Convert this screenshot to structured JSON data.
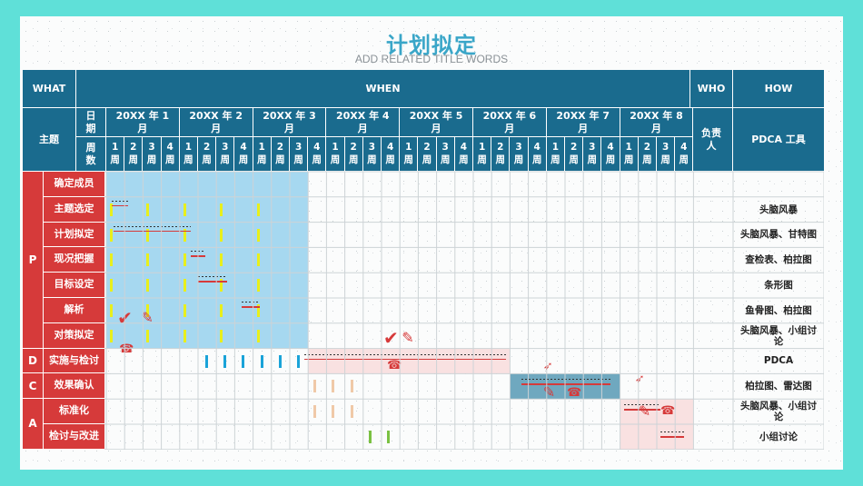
{
  "title": "计划拟定",
  "subtitle": "ADD RELATED TITLE WORDS",
  "headers": {
    "what": "WHAT",
    "when": "WHEN",
    "who": "WHO",
    "how": "HOW",
    "topic": "主题",
    "date": "日期",
    "week": "周数",
    "owner": "负责人",
    "tool": "PDCA 工具"
  },
  "months": [
    "20XX 年 1 月",
    "20XX 年 2 月",
    "20XX 年 3 月",
    "20XX 年 4 月",
    "20XX 年 5 月",
    "20XX 年 6 月",
    "20XX 年 7 月",
    "20XX 年 8 月"
  ],
  "weeks": [
    "1周",
    "2周",
    "3周",
    "4周"
  ],
  "phases": [
    {
      "label": "P",
      "rows": 7
    },
    {
      "label": "D",
      "rows": 1
    },
    {
      "label": "C",
      "rows": 1
    },
    {
      "label": "A",
      "rows": 2
    }
  ],
  "rows": [
    {
      "topic": "确定成员",
      "how": ""
    },
    {
      "topic": "主题选定",
      "how": "头脑风暴"
    },
    {
      "topic": "计划拟定",
      "how": "头脑风暴、甘特图"
    },
    {
      "topic": "现况把握",
      "how": "查检表、柏拉图"
    },
    {
      "topic": "目标设定",
      "how": "条形图"
    },
    {
      "topic": "解析",
      "how": "鱼骨图、柏拉图"
    },
    {
      "topic": "对策拟定",
      "how": "头脑风暴、小组讨论"
    },
    {
      "topic": "实施与检讨",
      "how": "PDCA"
    },
    {
      "topic": "效果确认",
      "how": "柏拉图、雷达图"
    },
    {
      "topic": "标准化",
      "how": "头脑风暴、小组讨论"
    },
    {
      "topic": "检讨与改进",
      "how": "小组讨论"
    }
  ],
  "colors": {
    "header": "#1a6b8e",
    "topic": "#d63a3a",
    "planBlock": "#a6d8f0",
    "doBlock": "#f9e1e1",
    "checkBlock": "#6fa8bf",
    "actBlock": "#f9e1e1"
  }
}
